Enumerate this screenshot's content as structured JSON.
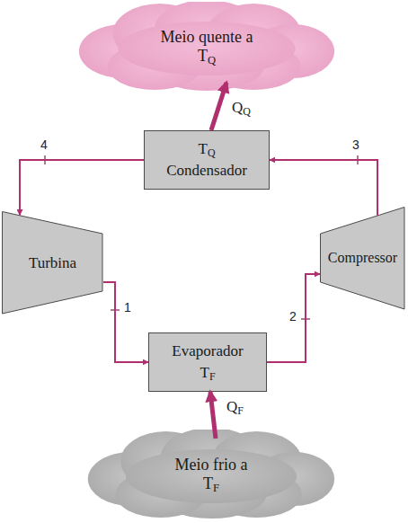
{
  "diagram": {
    "nodes": [
      {
        "text": [
          "Meio quente a TQ"
        ]
      },
      {
        "text": [
          "TQ",
          "Condensador"
        ]
      },
      {
        "text": [
          "Turbina"
        ]
      },
      {
        "text": [
          "Compressor"
        ]
      },
      {
        "text": [
          "Evaporador",
          "TF"
        ]
      },
      {
        "text": [
          "Meio frio a TF"
        ]
      }
    ],
    "edges": [
      {
        "from": 1,
        "to": 0,
        "label": "QQ",
        "arrow": "to"
      },
      {
        "from": 5,
        "to": 4,
        "label": "QF",
        "arrow": "to"
      },
      {
        "from": 1,
        "to": 2,
        "label": "4",
        "arrow": "to"
      },
      {
        "from": 2,
        "to": 4,
        "label": "1",
        "arrow": "to"
      },
      {
        "from": 4,
        "to": 3,
        "label": "2",
        "arrow": "to"
      },
      {
        "from": 3,
        "to": 1,
        "label": "3",
        "arrow": "to"
      }
    ]
  }
}
